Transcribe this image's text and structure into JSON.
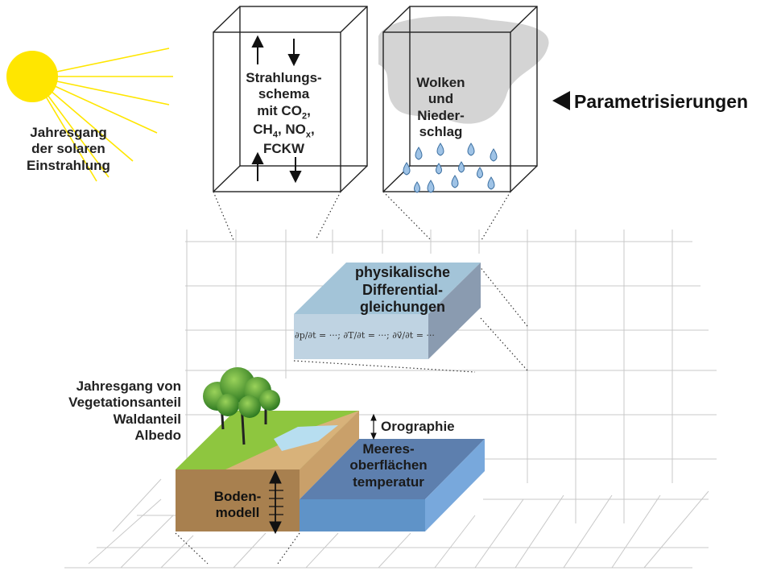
{
  "sun_label": [
    "Jahresgang",
    "der solaren",
    "Einstrahlung"
  ],
  "radiation_box": {
    "lines": [
      "Strahlungs-",
      "schema",
      "mit CO"
    ],
    "co2_sub": "2",
    "ch": "CH",
    "ch_sub": "4",
    "no": ", NO",
    "no_sub": "x",
    "comma": ",",
    "fckw": "FCKW"
  },
  "clouds_box": [
    "Wolken",
    "und",
    "Nieder-",
    "schlag"
  ],
  "parametrisierungen": "Parametrisierungen",
  "physics_box": [
    "physikalische",
    "Differential-",
    "gleichungen"
  ],
  "equation": "∂p/∂t = ···; ∂T/∂t = ···; ∂v⃗/∂t = ···",
  "vegetation_label": [
    "Jahresgang von",
    "Vegetationsanteil",
    "Waldanteil",
    "Albedo"
  ],
  "orographie": "Orographie",
  "sst_label": [
    "Meeres-",
    "oberflächen",
    "temperatur"
  ],
  "bodenmodell": [
    "Boden-",
    "modell"
  ],
  "colors": {
    "sun": "#ffe600",
    "sun_rays": "#ffe600",
    "cloud": "#d4d4d4",
    "drops": "#9fc3e6",
    "physics_top": "#a3c4d8",
    "physics_front": "#bfd3e2",
    "physics_side": "#8a9bb0",
    "grass": "#8ec63f",
    "soil": "#a8804f",
    "sand": "#d8b27a",
    "lake": "#b7def0",
    "sea_top": "#5d7fae",
    "sea_front": "#5f93c8",
    "sea_side": "#78a8dc",
    "grid": "#c8c8c8",
    "tree": "#3d8a2b"
  }
}
